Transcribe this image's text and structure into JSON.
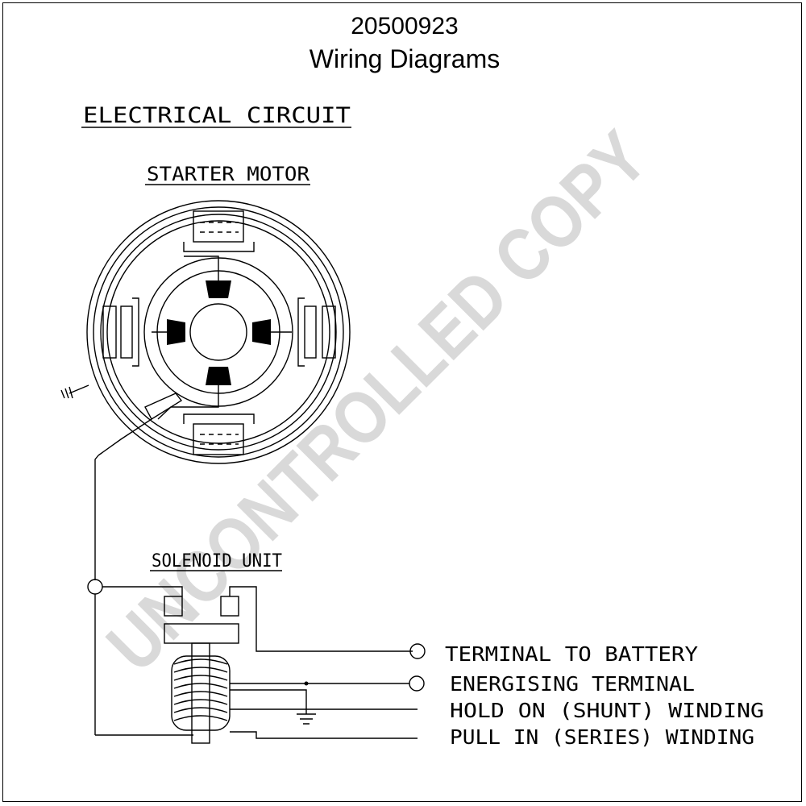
{
  "header": {
    "part_number": "20500923",
    "title": "Wiring Diagrams"
  },
  "watermark": "UNCONTROLLED COPY",
  "diagram": {
    "section_title": "ELECTRICAL CIRCUIT",
    "starter_motor_label": "STARTER MOTOR",
    "solenoid_unit_label": "SOLENOID UNIT",
    "terminals": {
      "battery": "TERMINAL TO BATTERY",
      "energising": "ENERGISING TERMINAL",
      "hold_on": "HOLD ON (SHUNT) WINDING",
      "pull_in": "PULL IN (SERIES) WINDING"
    }
  }
}
